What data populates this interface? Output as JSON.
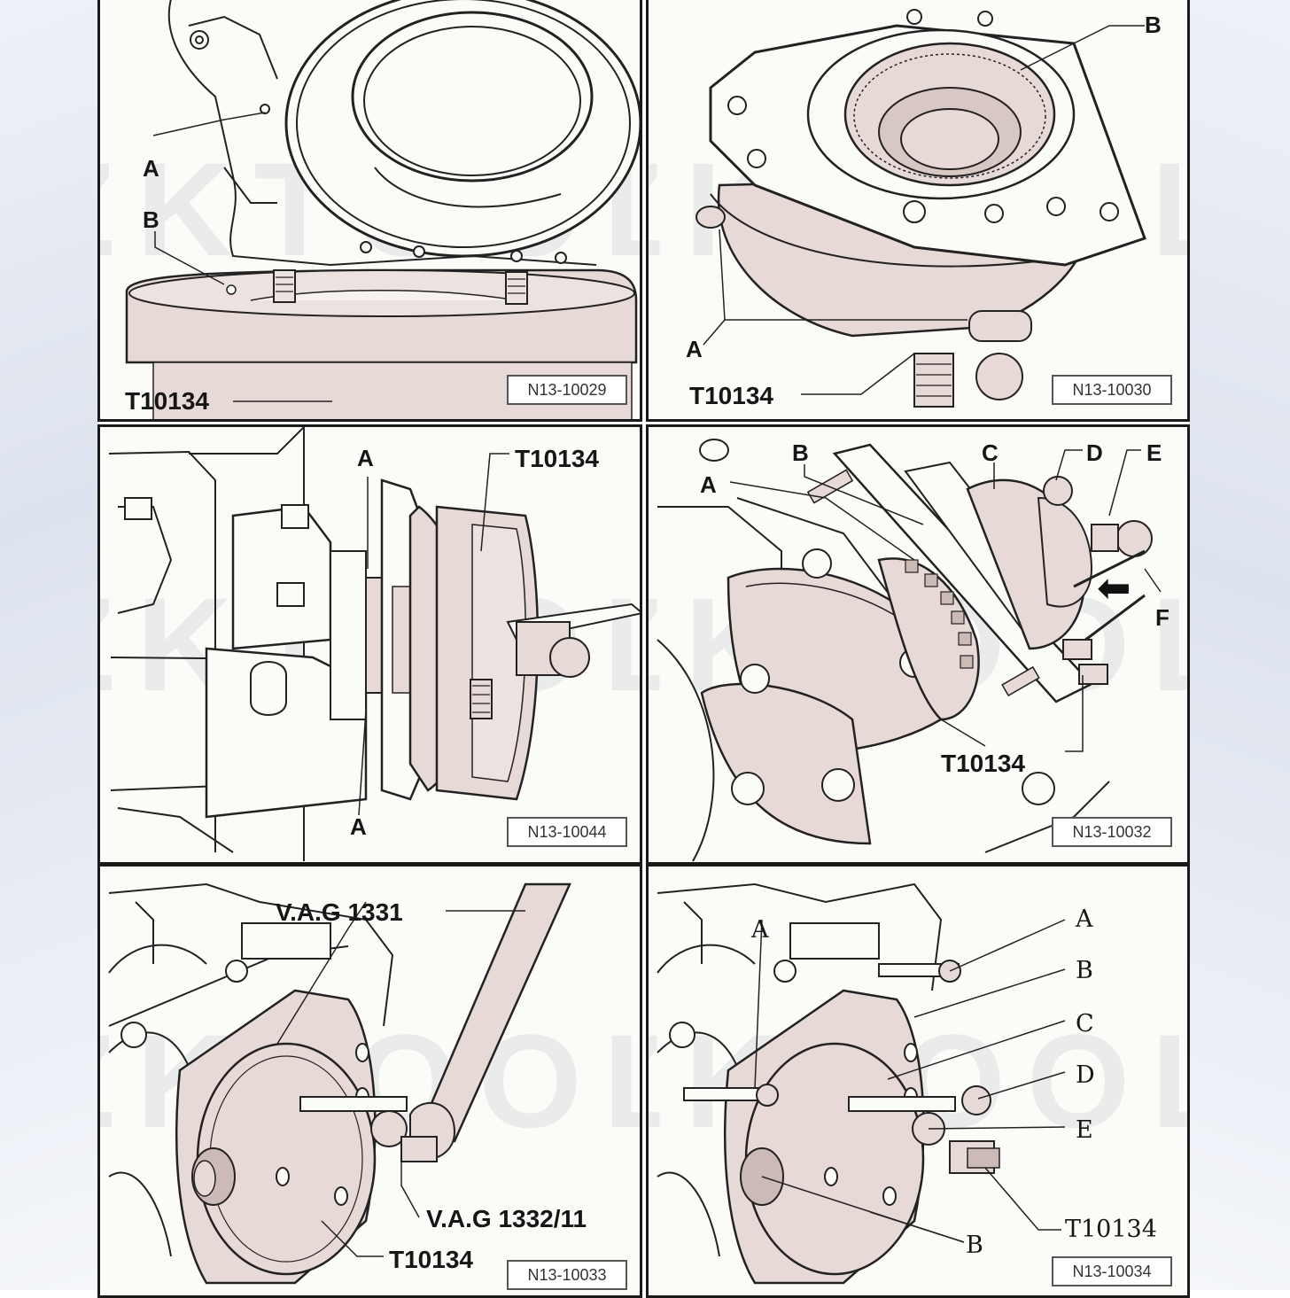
{
  "watermark": "ZKTOOL",
  "panels": [
    {
      "code": "N13-10029",
      "labels": [
        "A",
        "B",
        "T10134"
      ]
    },
    {
      "code": "N13-10030",
      "labels": [
        "B",
        "A",
        "T10134"
      ]
    },
    {
      "code": "N13-10044",
      "labels": [
        "A",
        "T10134",
        "A"
      ]
    },
    {
      "code": "N13-10032",
      "labels": [
        "B",
        "C",
        "D",
        "E",
        "A",
        "F",
        "T10134"
      ]
    },
    {
      "code": "N13-10033",
      "labels": [
        "V.A.G 1331",
        "V.A.G 1332/11",
        "T10134"
      ]
    },
    {
      "code": "N13-10034",
      "labels": [
        "A",
        "A",
        "B",
        "C",
        "D",
        "E",
        "T10134",
        "B"
      ]
    }
  ],
  "colors": {
    "part_fill": "#e6d9d6",
    "part_stroke": "#222222",
    "border": "#1a1a1a"
  },
  "icons": {
    "direction_arrow": "arrow-left-icon"
  }
}
